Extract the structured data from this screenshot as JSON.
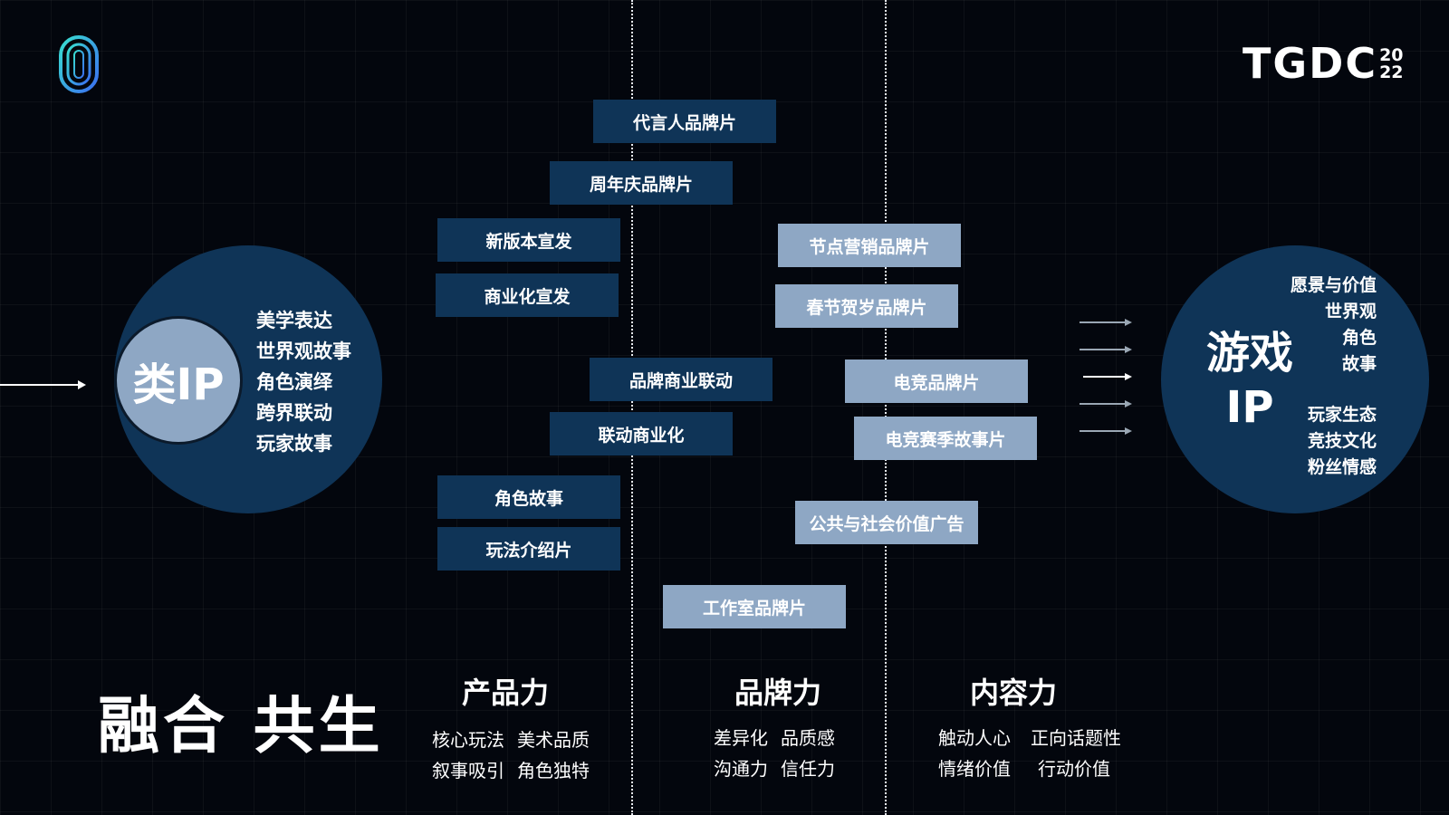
{
  "header": {
    "logo_main": "TGDC",
    "logo_year_top": "20",
    "logo_year_bottom": "22"
  },
  "left_circle": {
    "center_label": "类IP",
    "items": [
      "美学表达",
      "世界观故事",
      "角色演绎",
      "跨界联动",
      "玩家故事"
    ]
  },
  "right_circle": {
    "center_label_line1": "游戏",
    "center_label_line2": "IP",
    "items_top": [
      "愿景与价值",
      "世界观",
      "角色",
      "故事"
    ],
    "items_bottom": [
      "玩家生态",
      "竞技文化",
      "粉丝情感"
    ]
  },
  "boxes": [
    {
      "label": "代言人品牌片",
      "style": "dark"
    },
    {
      "label": "周年庆品牌片",
      "style": "dark"
    },
    {
      "label": "新版本宣发",
      "style": "dark"
    },
    {
      "label": "商业化宣发",
      "style": "dark"
    },
    {
      "label": "节点营销品牌片",
      "style": "light"
    },
    {
      "label": "春节贺岁品牌片",
      "style": "light"
    },
    {
      "label": "品牌商业联动",
      "style": "dark"
    },
    {
      "label": "电竞品牌片",
      "style": "light"
    },
    {
      "label": "联动商业化",
      "style": "dark"
    },
    {
      "label": "电竞赛季故事片",
      "style": "light"
    },
    {
      "label": "角色故事",
      "style": "dark"
    },
    {
      "label": "公共与社会价值广告",
      "style": "light"
    },
    {
      "label": "玩法介绍片",
      "style": "dark"
    },
    {
      "label": "工作室品牌片",
      "style": "light"
    }
  ],
  "bottom": {
    "slogan": "融合 共生",
    "columns": [
      {
        "title": "产品力",
        "items": [
          "核心玩法",
          "美术品质",
          "叙事吸引",
          "角色独特"
        ]
      },
      {
        "title": "品牌力",
        "items": [
          "差异化",
          "品质感",
          "沟通力",
          "信任力"
        ]
      },
      {
        "title": "内容力",
        "items": [
          "触动人心",
          "正向话题性",
          "情绪价值",
          "行动价值"
        ]
      }
    ]
  },
  "colors": {
    "background": "#03060d",
    "circle_fill": "#0f3457",
    "box_dark": "#0f3457",
    "box_light": "#8ea7c4",
    "inner_circle": "#8ea7c4",
    "logo_gradient_start": "#39e0d0",
    "logo_gradient_end": "#3a6df0"
  }
}
